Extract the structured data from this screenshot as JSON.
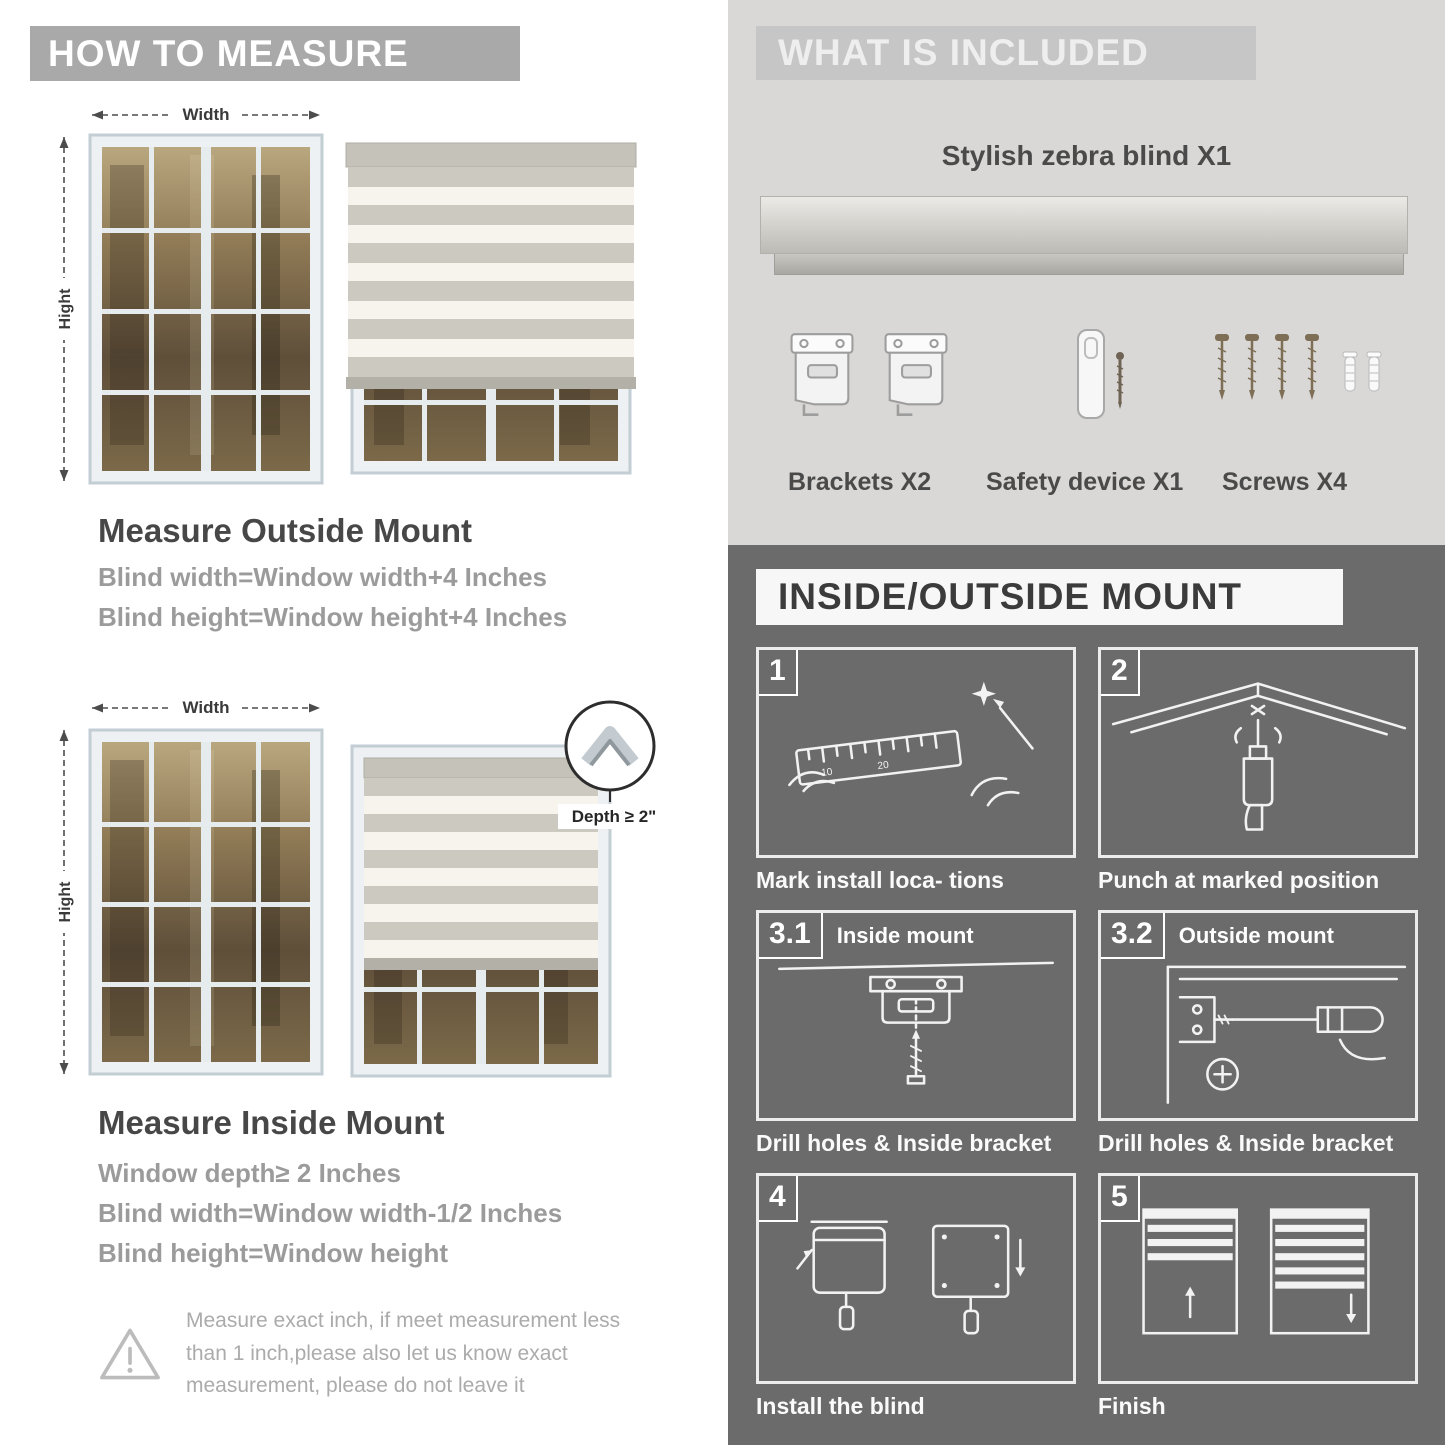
{
  "colors": {
    "left_banner_bg": "#a9a9a9",
    "included_bg": "#d9d8d6",
    "included_banner_bg": "#c6c6c6",
    "mount_bg": "#6b6b6b",
    "title_text": "#474747",
    "measure_text": "#9b9b9b",
    "blind_stripe_gray": "#ccc9c0",
    "blind_stripe_cream": "#f7f4ed"
  },
  "measure": {
    "header": "HOW TO MEASURE",
    "outside": {
      "width_label": "Width",
      "height_label": "Hight",
      "title": "Measure Outside Mount",
      "lines": [
        "Blind width=Window width+4 Inches",
        "Blind height=Window height+4 Inches"
      ]
    },
    "inside": {
      "width_label": "Width",
      "height_label": "Hight",
      "depth_label": "Depth ≥ 2\"",
      "title": "Measure Inside Mount",
      "lines": [
        "Window depth≥ 2 Inches",
        "Blind width=Window width-1/2 Inches",
        "Blind height=Window height"
      ]
    },
    "warning_text": "Measure exact inch, if meet measurement less than 1 inch,please also let us know exact measurement, please do not leave it"
  },
  "included": {
    "header": "WHAT IS INCLUDED",
    "blind_label": "Stylish zebra blind X1",
    "items": [
      {
        "label": "Brackets X2"
      },
      {
        "label": "Safety device X1"
      },
      {
        "label": "Screws X4"
      }
    ]
  },
  "mount": {
    "header": "INSIDE/OUTSIDE MOUNT",
    "steps": [
      {
        "num": "1",
        "sub": "",
        "caption": "Mark install loca- tions"
      },
      {
        "num": "2",
        "sub": "",
        "caption": "Punch at marked position"
      },
      {
        "num": "3.1",
        "sub": "Inside mount",
        "caption": "Drill holes & Inside bracket"
      },
      {
        "num": "3.2",
        "sub": "Outside mount",
        "caption": "Drill holes & Inside bracket"
      },
      {
        "num": "4",
        "sub": "",
        "caption": "Install the blind"
      },
      {
        "num": "5",
        "sub": "",
        "caption": "Finish"
      }
    ]
  }
}
